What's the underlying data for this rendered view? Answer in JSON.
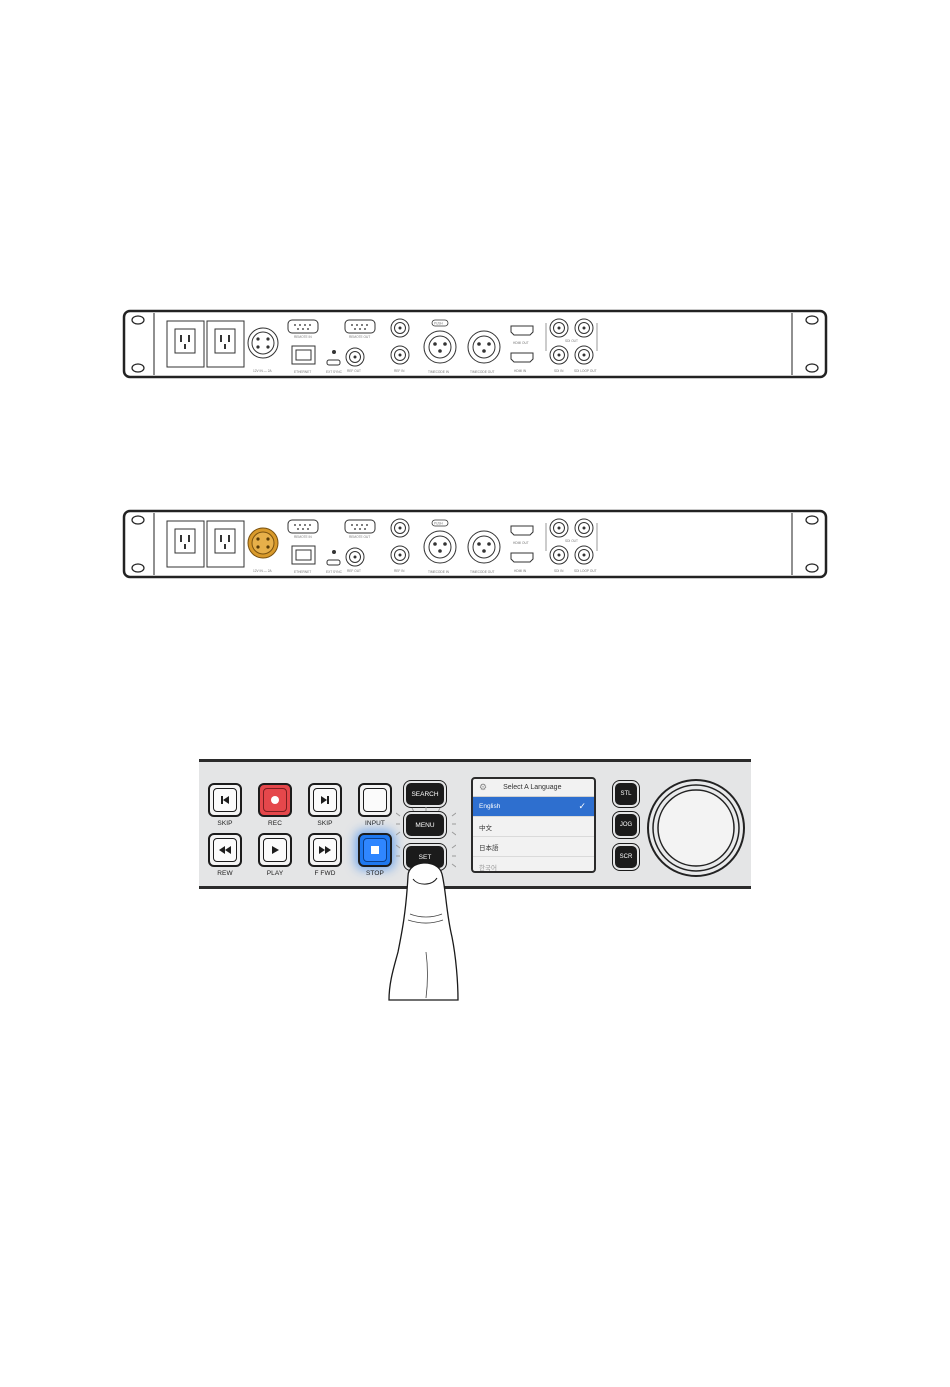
{
  "rear_panel_labels": {
    "power_in": "12V IN — 2A",
    "remote_in": "REMOTE IN",
    "remote_out": "REMOTE OUT",
    "ethernet": "ETHERNET",
    "ext_sync": "EXT SYNC",
    "ref_out": "REF OUT",
    "ref_in": "REF IN",
    "push": "PUSH",
    "timecode_in": "TIMECODE IN",
    "timecode_out": "TIMECODE OUT",
    "hdmi_out": "HDMI OUT",
    "hdmi_in": "HDMI IN",
    "sdi_out": "SDI OUT",
    "sdi_in": "SDI IN",
    "sdi_loop_out": "SDI LOOP OUT"
  },
  "highlight_color": "#d99a2b",
  "front_panel": {
    "buttons": {
      "skip_back": "SKIP",
      "rec": "REC",
      "skip_fwd": "SKIP",
      "input": "INPUT",
      "rew": "REW",
      "play": "PLAY",
      "ffwd": "F FWD",
      "stop": "STOP",
      "search": "SEARCH",
      "menu": "MENU",
      "set": "SET",
      "stl": "STL",
      "jog": "JOG",
      "scr": "SCR"
    },
    "colors": {
      "rec": "#e5474b",
      "stop": "#1e78f0"
    },
    "lcd": {
      "title": "Select A Language",
      "options": [
        "English",
        "中文",
        "日本語",
        "한국어"
      ],
      "selected": "English"
    }
  }
}
